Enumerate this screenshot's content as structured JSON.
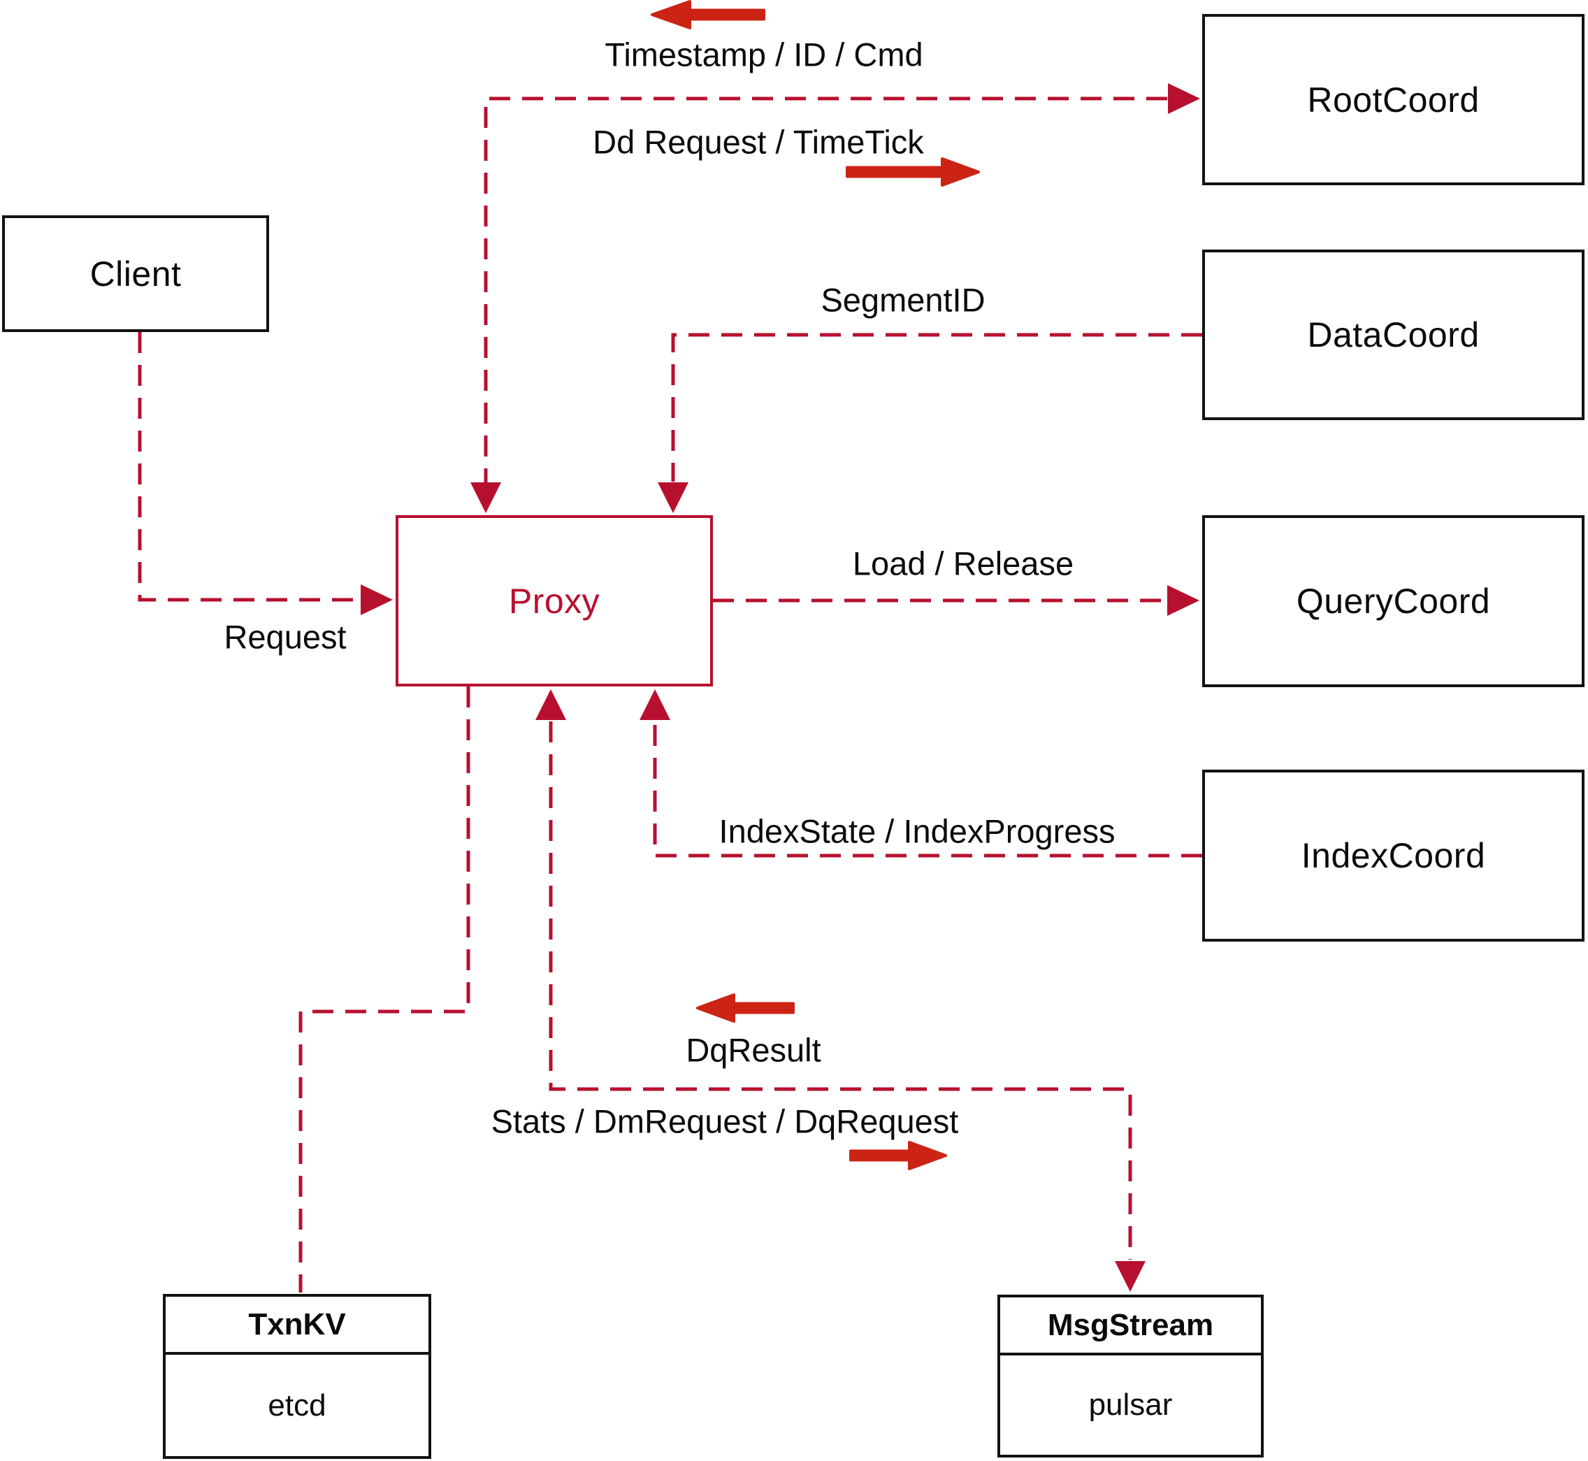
{
  "colors": {
    "connector": "#b7102f",
    "arrow": "#cc2414",
    "border": "#121212",
    "text": "#0b0b0b"
  },
  "nodes": {
    "client": {
      "label": "Client"
    },
    "proxy": {
      "label": "Proxy"
    },
    "rootcoord": {
      "label": "RootCoord"
    },
    "datacoord": {
      "label": "DataCoord"
    },
    "querycoord": {
      "label": "QueryCoord"
    },
    "indexcoord": {
      "label": "IndexCoord"
    },
    "txnkv": {
      "title": "TxnKV",
      "subsystem": "etcd"
    },
    "msgstream": {
      "title": "MsgStream",
      "subsystem": "pulsar"
    }
  },
  "edges": {
    "client_to_proxy": {
      "label": "Request"
    },
    "proxy_rootcoord": {
      "from_rootcoord": "Timestamp / ID / Cmd",
      "to_rootcoord": "Dd Request / TimeTick"
    },
    "datacoord_to_proxy": {
      "label": "SegmentID"
    },
    "proxy_to_querycoord": {
      "label": "Load / Release"
    },
    "indexcoord_to_proxy": {
      "label": "IndexState / IndexProgress"
    },
    "proxy_msgstream": {
      "from_msgstream": "DqResult",
      "to_msgstream": "Stats / DmRequest / DqRequest"
    }
  }
}
